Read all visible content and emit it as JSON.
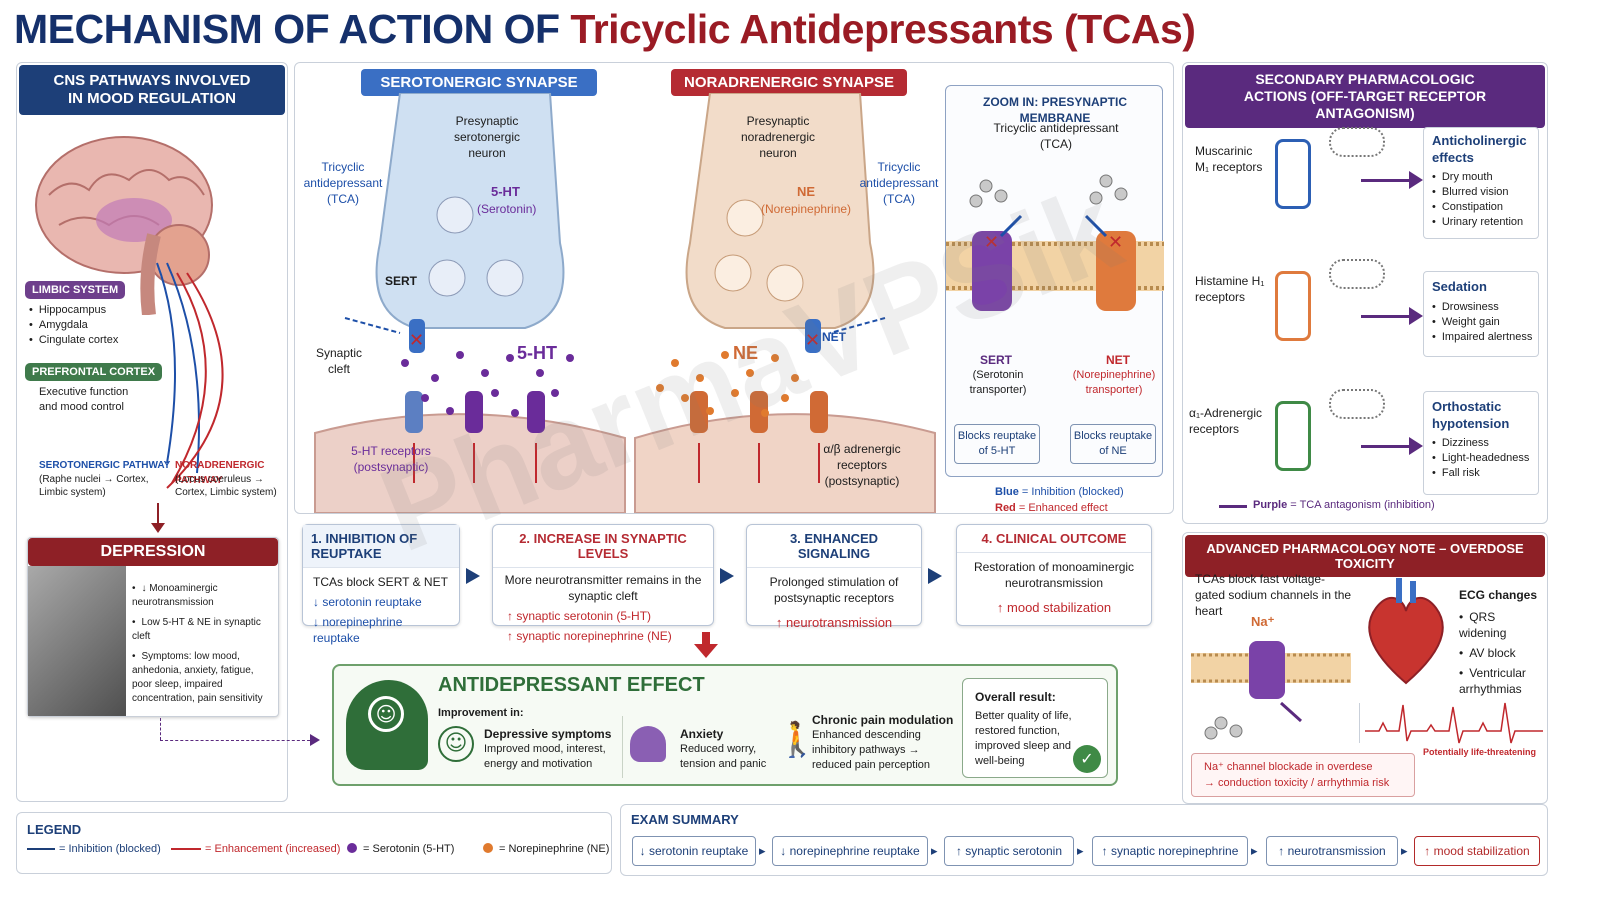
{
  "title": {
    "part1": "MECHANISM OF ACTION OF",
    "part2": "Tricyclic Antidepressants (TCAs)"
  },
  "cns": {
    "header": "CNS PATHWAYS INVOLVED IN MOOD REGULATION",
    "limbic_label": "LIMBIC SYSTEM",
    "limbic_items": [
      "Hippocampus",
      "Amygdala",
      "Cingulate cortex"
    ],
    "prefrontal_label": "PREFRONTAL CORTEX",
    "prefrontal_text": "Executive function and mood control",
    "sero_pathway_label": "SEROTONERGIC PATHWAY",
    "sero_pathway_text": "(Raphe nuclei → Cortex, Limbic system)",
    "nor_pathway_label": "NORADRENERGIC PATHWAY",
    "nor_pathway_text": "(Locus coeruleus → Cortex, Limbic system)"
  },
  "depression": {
    "header": "DEPRESSION",
    "items": [
      "↓ Monoaminergic neurotransmission",
      "Low 5-HT & NE in synaptic cleft",
      "Symptoms: low mood, anhedonia, anxiety, fatigue, poor sleep, impaired concentration, pain sensitivity"
    ]
  },
  "synapse": {
    "sero_header": "SEROTONERGIC SYNAPSE",
    "nor_header": "NORADRENERGIC SYNAPSE",
    "sero_neuron": "Presynaptic serotonergic neuron",
    "nor_neuron": "Presynaptic noradrenergic neuron",
    "tca_left": "Tricyclic antidepressant (TCA)",
    "tca_right": "Tricyclic antidepressant (TCA)",
    "sero_vesicle_label": "5-HT",
    "sero_vesicle_sub": "(Serotonin)",
    "nor_vesicle_label": "NE",
    "nor_vesicle_sub": "(Norepinephrine)",
    "sert": "SERT",
    "net": "NET",
    "cleft": "Synaptic cleft",
    "cleft_5ht": "5-HT",
    "cleft_ne": "NE",
    "sero_receptors": "5-HT receptors (postsynaptic)",
    "nor_receptors": "α/β adrenergic receptors (postsynaptic)"
  },
  "zoom": {
    "header": "ZOOM IN: PRESYNAPTIC MEMBRANE",
    "tca": "Tricyclic antidepressant (TCA)",
    "sert_label": "SERT",
    "sert_sub": "(Serotonin transporter)",
    "net_label": "NET",
    "net_sub": "(Norepinephrine) transporter)",
    "block_sert": "Blocks reuptake of 5-HT",
    "block_net": "Blocks reuptake of NE",
    "key_blue_word": "Blue",
    "key_blue_text": "= Inhibition (blocked)",
    "key_red_word": "Red",
    "key_red_text": "= Enhanced effect"
  },
  "steps": [
    {
      "title": "1. INHIBITION OF REUPTAKE",
      "lines": [
        "TCAs block SERT & NET",
        "↓ serotonin reuptake",
        "↓ norepinephrine reuptake"
      ]
    },
    {
      "title": "2. INCREASE IN SYNAPTIC LEVELS",
      "lines": [
        "More neurotransmitter remains in the synaptic cleft",
        "↑ synaptic serotonin (5-HT)",
        "↑ synaptic norepinephrine (NE)"
      ]
    },
    {
      "title": "3. ENHANCED SIGNALING",
      "lines": [
        "Prolonged stimulation of postsynaptic receptors",
        "↑ neurotransmission"
      ]
    },
    {
      "title": "4. CLINICAL OUTCOME",
      "lines": [
        "Restoration of monoaminergic neurotransmission",
        "↑ mood stabilization"
      ]
    }
  ],
  "effect": {
    "title": "ANTIDEPRESSANT EFFECT",
    "improvement": "Improvement in:",
    "c1_title": "Depressive symptoms",
    "c1_text": "Improved mood, interest, energy and motivation",
    "c2_title": "Anxiety",
    "c2_text": "Reduced worry, tension and panic",
    "c3_title": "Chronic pain modulation",
    "c3_text": "Enhanced descending inhibitory pathways → reduced pain perception",
    "overall_title": "Overall result:",
    "overall_text": "Better quality of life, restored function, improved sleep and well-being"
  },
  "secondary": {
    "header": "SECONDARY PHARMACOLOGIC ACTIONS (OFF-TARGET RECEPTOR ANTAGONISM)",
    "rows": [
      {
        "receptor": "Muscarinic M₁ receptors",
        "effect": "Anticholinergic effects",
        "items": [
          "Dry mouth",
          "Blurred vision",
          "Constipation",
          "Urinary retention"
        ]
      },
      {
        "receptor": "Histamine H₁ receptors",
        "effect": "Sedation",
        "items": [
          "Drowsiness",
          "Weight gain",
          "Impaired alertness"
        ]
      },
      {
        "receptor": "α₁-Adrenergic receptors",
        "effect": "Orthostatic hypotension",
        "items": [
          "Dizziness",
          "Light-headedness",
          "Fall risk"
        ]
      }
    ],
    "key_word": "Purple",
    "key_text": "= TCA antagonism (inhibition)"
  },
  "overdose": {
    "header": "ADVANCED PHARMACOLOGY NOTE – OVERDOSE TOXICITY",
    "text": "TCAs block fast voltage-gated sodium channels in the heart",
    "na": "Na⁺",
    "ecg_title": "ECG changes",
    "ecg_items": [
      "QRS widening",
      "AV block",
      "Ventricular arrhythmias"
    ],
    "warning": "Potentially life-threatening",
    "box_line1": "Na⁺ channel blockade in overdese",
    "box_line2": "→ conduction toxicity / arrhythmia risk"
  },
  "legend": {
    "title": "LEGEND",
    "inhibition": "= Inhibition (blocked)",
    "enhancement": "= Enhancement (increased)",
    "serotonin": "= Serotonin (5-HT)",
    "ne": "= Norepinephrine (NE)"
  },
  "exam": {
    "title": "EXAM SUMMARY",
    "chips": [
      "↓ serotonin reuptake",
      "↓ norepinephrine reuptake",
      "↑ synaptic serotonin",
      "↑ synaptic norepinephrine",
      "↑ neurotransmission",
      "↑ mood stabilization"
    ]
  },
  "watermark": "PharmaVPSik",
  "colors": {
    "navy": "#1d3f78",
    "purple": "#5a2a7e",
    "red": "#8e2026",
    "sero_dot": "#6a2c9a",
    "ne_dot": "#e07a2e"
  }
}
